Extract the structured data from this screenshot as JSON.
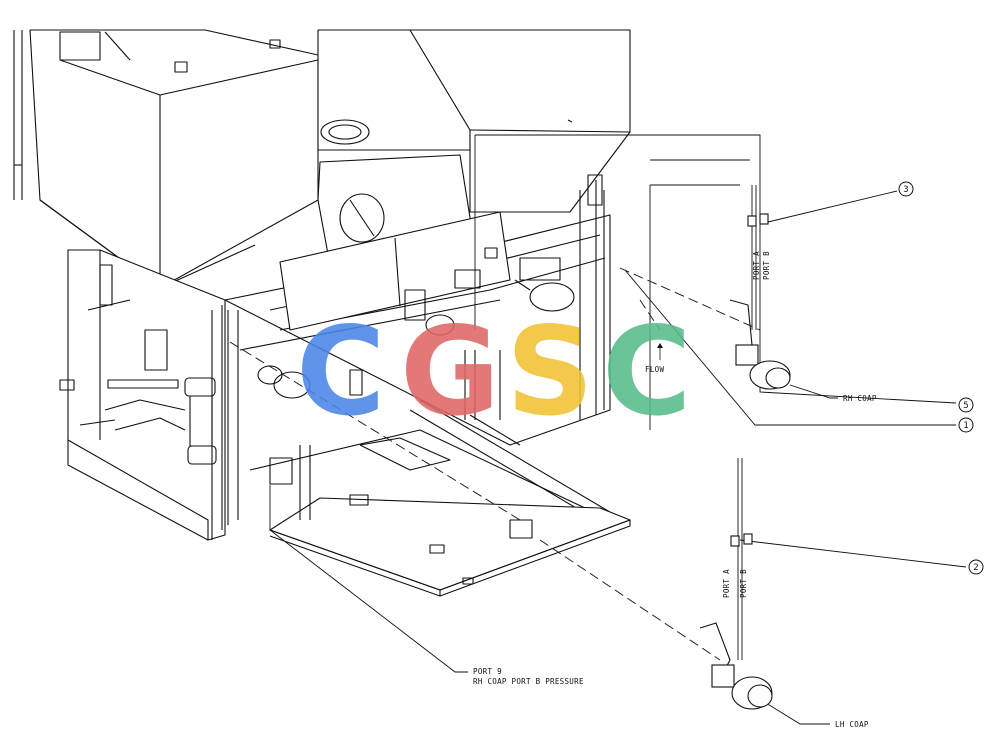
{
  "callouts": [
    {
      "id": "callout-3",
      "num": "3"
    },
    {
      "id": "callout-5",
      "num": "5"
    },
    {
      "id": "callout-1",
      "num": "1"
    },
    {
      "id": "callout-2",
      "num": "2"
    }
  ],
  "labels": {
    "flow": "FLOW",
    "rh_coap": "RH COAP",
    "lh_coap": "LH COAP",
    "port_a": "PORT A",
    "port_b": "PORT B",
    "port9_line1": "PORT 9",
    "port9_line2": "RH COAP PORT B PRESSURE"
  },
  "watermark": {
    "letters": [
      "C",
      "G",
      "S",
      "C"
    ],
    "colors": [
      "#4a86e8",
      "#e06666",
      "#f1c232",
      "#57bb8a"
    ]
  }
}
